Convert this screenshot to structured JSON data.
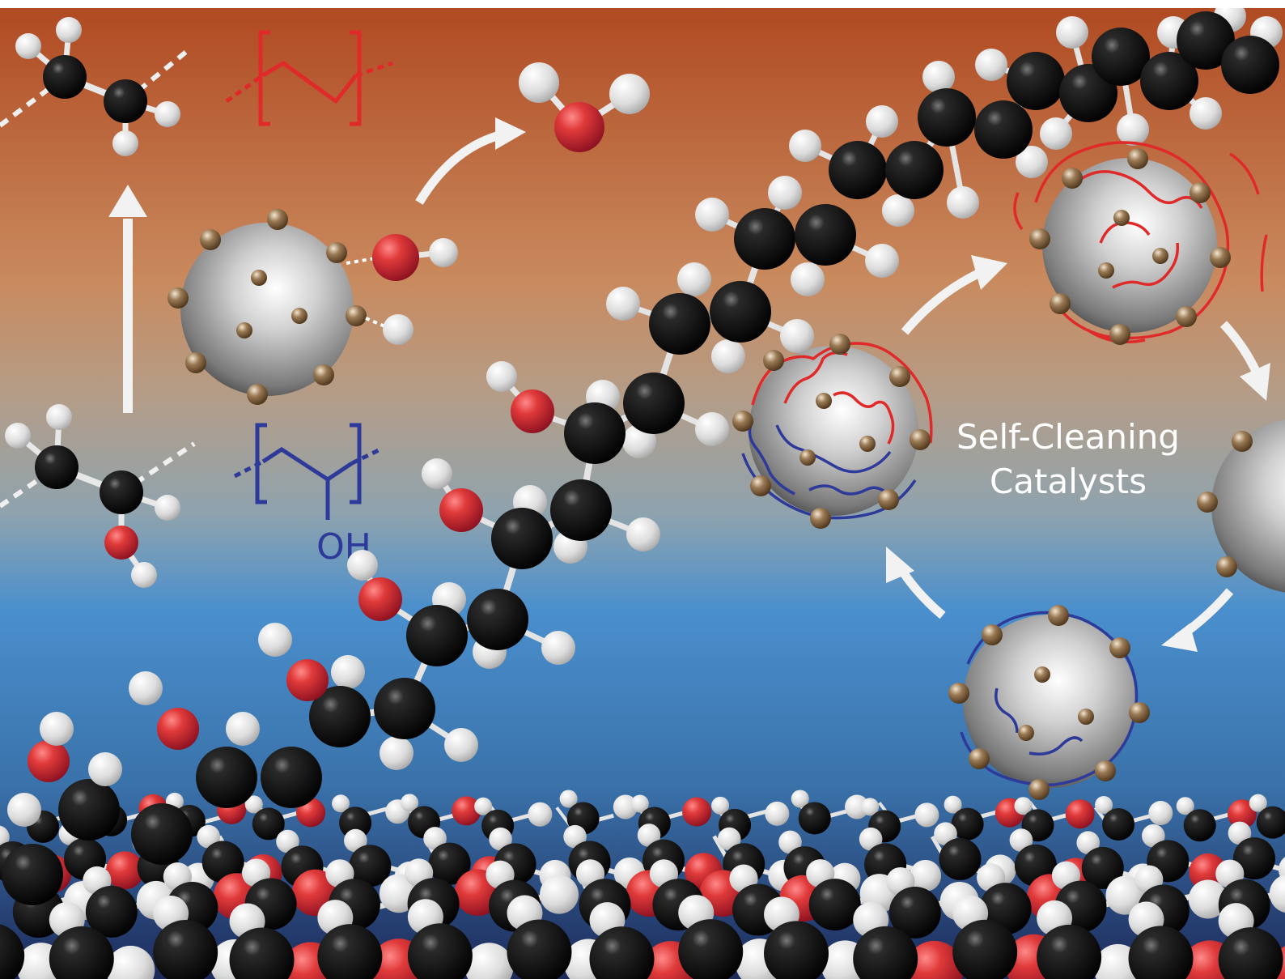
{
  "caption": {
    "line1": "Self-Cleaning",
    "line2": "Catalysts"
  },
  "polymer_blue": {
    "substituent": "OH"
  },
  "colors": {
    "background_top": "#b04a22",
    "background_mid": "#c99268",
    "background_low": "#4a8fcd",
    "background_bottom": "#1d2a5a",
    "carbon": "#111111",
    "hydrogen": "#e6e6e6",
    "oxygen": "#cc2030",
    "nanoparticle": "#c8c8c8",
    "active_site": "#8a6a45",
    "polyethylene": "#e02a2a",
    "polyvinyl_alcohol": "#2e3a9a",
    "arrow": "#f2f2f2",
    "caption_text": "#ffffff"
  },
  "icons": [
    "up-arrow-icon",
    "curved-arrow-icon",
    "cycle-arrow-icon"
  ]
}
